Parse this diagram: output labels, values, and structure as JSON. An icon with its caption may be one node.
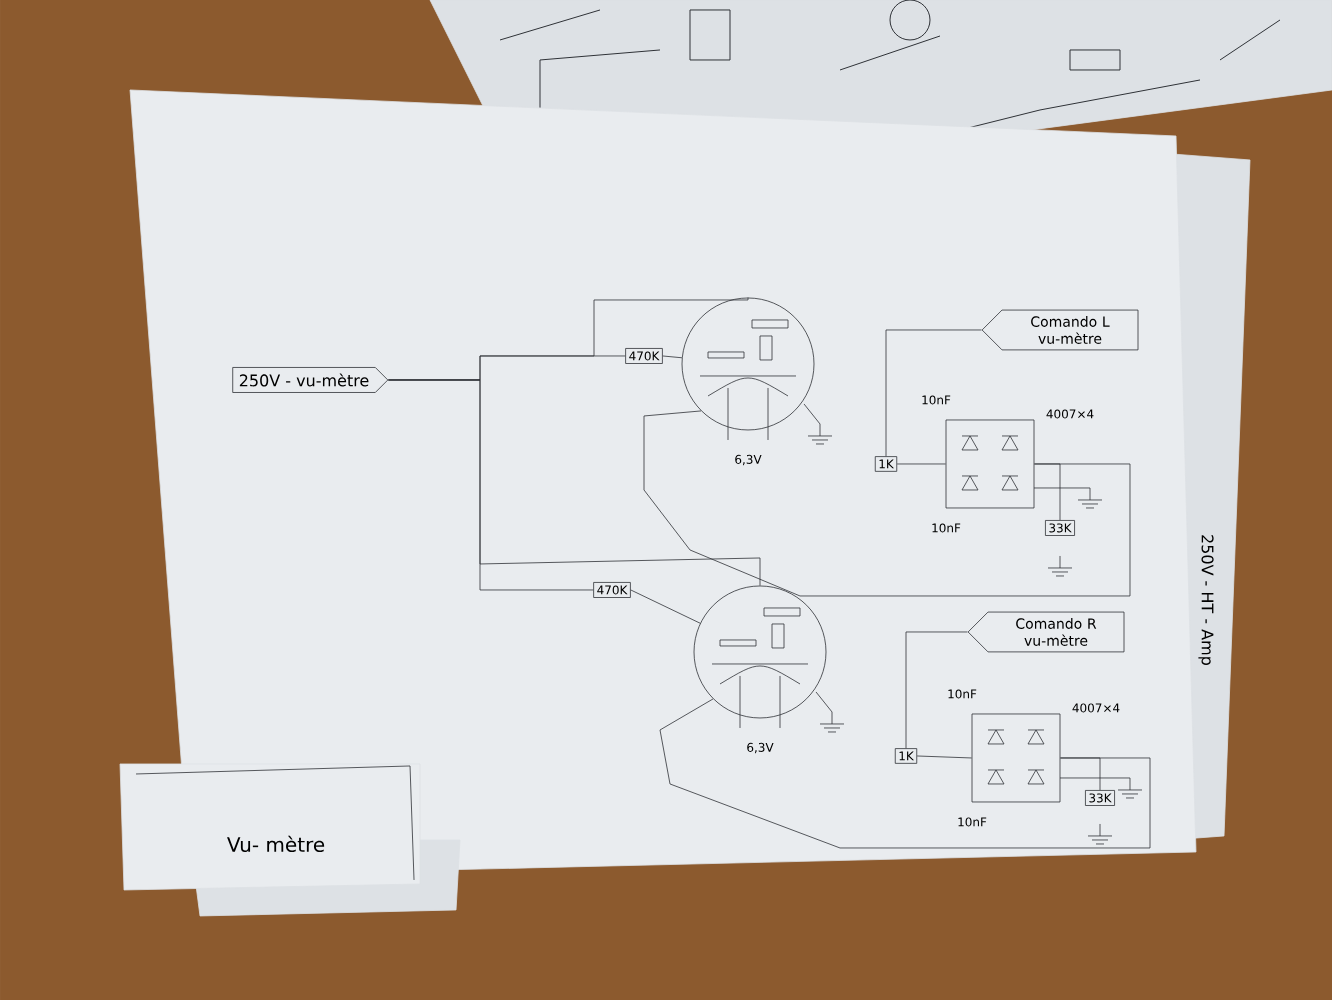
{
  "diagram": {
    "nodes": [
      {
        "text": [
          "250V - vu-mètre"
        ]
      },
      {
        "text": [
          "470K"
        ]
      },
      {
        "text": [],
        "shape": "circle",
        "beside": [
          "6,3V"
        ]
      },
      {
        "text": [
          "Comando L vu-mètre"
        ]
      },
      {
        "text": [
          "1K"
        ]
      },
      {
        "text": [],
        "shape": "box",
        "beside": [
          "10nF",
          "4007×4",
          "10nF"
        ]
      },
      {
        "text": [
          "33K"
        ]
      },
      {
        "text": [
          "470K"
        ]
      },
      {
        "text": [],
        "shape": "circle",
        "beside": [
          "6,3V"
        ]
      },
      {
        "text": [
          "Comando R vu-mètre"
        ]
      },
      {
        "text": [
          "1K"
        ]
      },
      {
        "text": [],
        "shape": "box",
        "beside": [
          "10nF",
          "4007×4",
          "10nF"
        ]
      },
      {
        "text": [
          "33K"
        ]
      }
    ],
    "edges": [
      {
        "from": 0,
        "to": 1,
        "arrow": "none"
      },
      {
        "from": 0,
        "to": 2,
        "arrow": "none"
      },
      {
        "from": 1,
        "to": 2,
        "arrow": "none"
      },
      {
        "from": 0,
        "to": 7,
        "arrow": "none"
      },
      {
        "from": 0,
        "to": 8,
        "arrow": "none"
      },
      {
        "from": 7,
        "to": 8,
        "arrow": "none"
      },
      {
        "from": 3,
        "to": 4,
        "arrow": "none"
      },
      {
        "from": 4,
        "to": 5,
        "arrow": "none"
      },
      {
        "from": 5,
        "to": 6,
        "arrow": "none"
      },
      {
        "from": 2,
        "to": 5,
        "arrow": "none"
      },
      {
        "from": 9,
        "to": 10,
        "arrow": "none"
      },
      {
        "from": 10,
        "to": 11,
        "arrow": "none"
      },
      {
        "from": 11,
        "to": 12,
        "arrow": "none"
      },
      {
        "from": 8,
        "to": 11,
        "arrow": "none"
      }
    ],
    "labels": [
      "Vu- mètre",
      "250V - HT - Amp"
    ]
  }
}
